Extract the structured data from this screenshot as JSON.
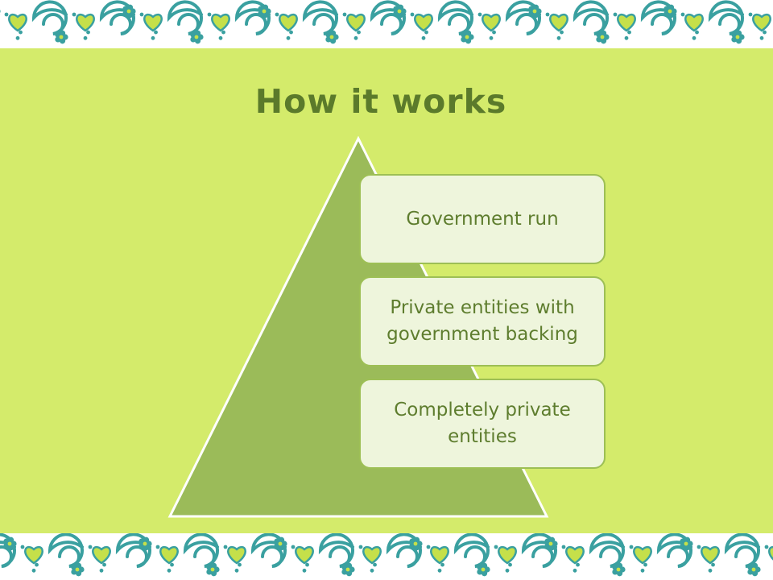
{
  "slide": {
    "title": "How it works"
  },
  "pyramid": {
    "levels": [
      {
        "label": "Government run"
      },
      {
        "label": "Private entities with government backing"
      },
      {
        "label": "Completely private entities"
      }
    ]
  },
  "colors": {
    "background": "#d4eb6b",
    "pyramid_fill": "#9bbb59",
    "pyramid_outline": "#ffffff",
    "box_fill": "#eef5dc",
    "box_border": "#9dbf55",
    "title_text": "#5b7a2b",
    "box_text": "#5e7d2e",
    "pattern_teal": "#3aa0a0",
    "pattern_lime": "#c5e04a"
  },
  "decorations": {
    "border_icons": [
      "swirl-icon",
      "heart-icon",
      "flower-icon"
    ]
  }
}
